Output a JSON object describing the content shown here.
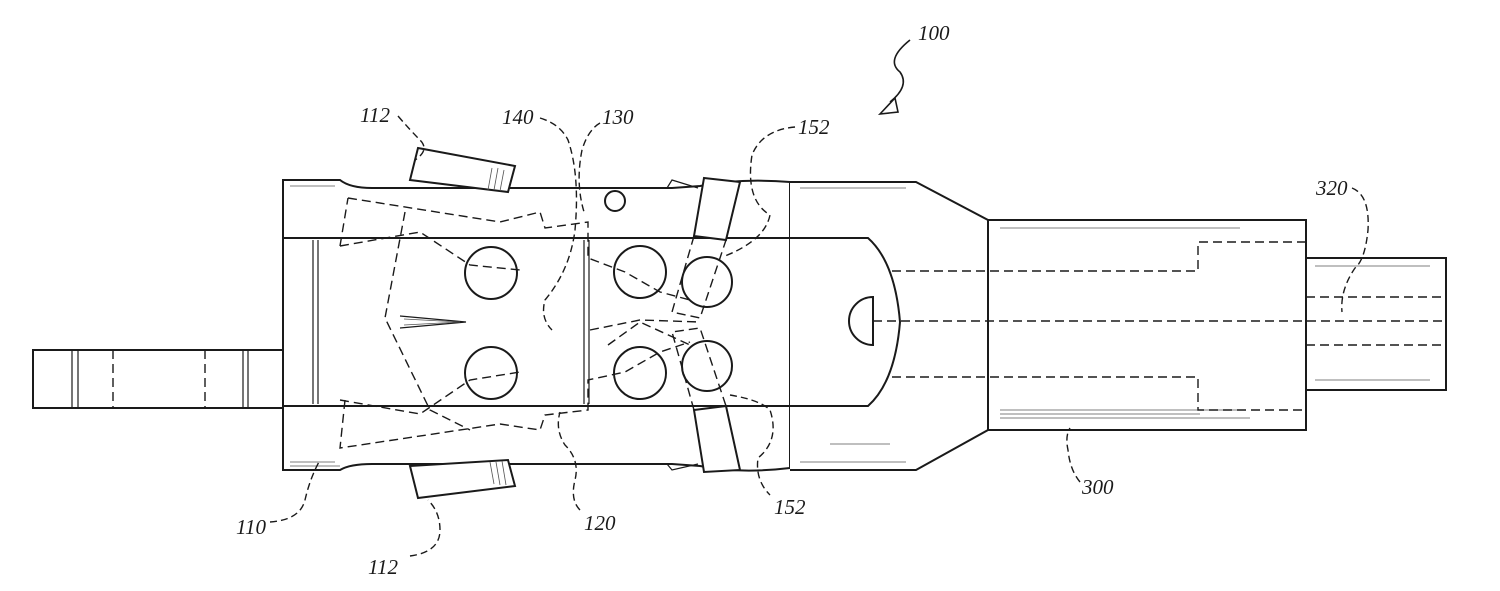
{
  "figure": {
    "reference_labels": {
      "assembly": "100",
      "body": "110",
      "cutter_top": "112",
      "cutter_bottom": "112",
      "bore": "120",
      "cam": "130",
      "slot": "140",
      "link_top": "152",
      "link_bottom": "152",
      "drive_sleeve": "300",
      "shaft": "320"
    }
  }
}
